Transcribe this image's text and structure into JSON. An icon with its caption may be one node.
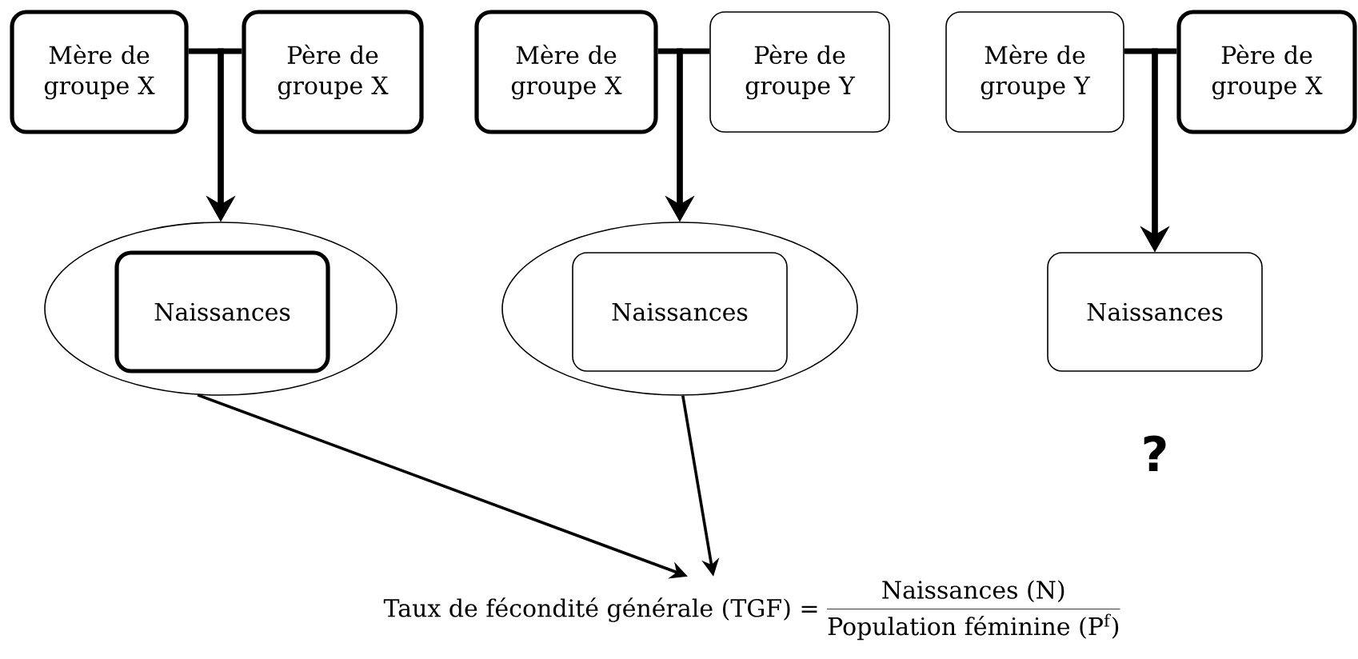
{
  "diagram": {
    "nodes": [
      {
        "text": [
          "Mère de groupe X"
        ]
      },
      {
        "text": [
          "Père de groupe X"
        ]
      },
      {
        "text": [
          "Mère de groupe X"
        ]
      },
      {
        "text": [
          "Père de groupe Y"
        ]
      },
      {
        "text": [
          "Mère de groupe Y"
        ]
      },
      {
        "text": [
          "Père de groupe X"
        ]
      },
      {
        "text": [],
        "shape": "ellipse"
      },
      {
        "text": [
          "Naissances"
        ],
        "in": 6
      },
      {
        "text": [],
        "shape": "ellipse"
      },
      {
        "text": [
          "Naissances"
        ],
        "in": 8
      },
      {
        "text": [
          "Naissances"
        ],
        "beside": [
          "?"
        ]
      },
      {
        "text": [
          "Taux de fécondité générale (TGF) =",
          "Naissances (N)",
          "Population féminine (P$^{f}$)"
        ]
      }
    ],
    "edges": [
      {
        "from": 0,
        "to": 6,
        "arrow": "to"
      },
      {
        "from": 1,
        "to": 6,
        "arrow": "to"
      },
      {
        "from": 2,
        "to": 8,
        "arrow": "to"
      },
      {
        "from": 3,
        "to": 8,
        "arrow": "to"
      },
      {
        "from": 4,
        "to": 10,
        "arrow": "to"
      },
      {
        "from": 5,
        "to": 10,
        "arrow": "to"
      },
      {
        "from": 6,
        "to": 11,
        "arrow": "to"
      },
      {
        "from": 8,
        "to": 11,
        "arrow": "to"
      }
    ]
  }
}
